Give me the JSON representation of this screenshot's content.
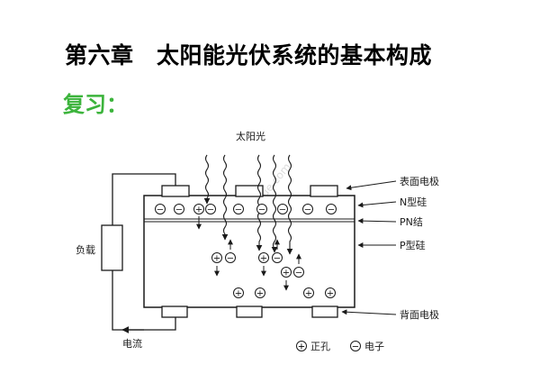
{
  "slide": {
    "title": "第六章　太阳能光伏系统的基本构成",
    "subtitle": "复习："
  },
  "diagram": {
    "sunlight_label": "太阳光",
    "load_label": "负载",
    "current_label": "电流",
    "right_labels": {
      "surface_electrode": "表面电极",
      "n_type": "N型硅",
      "pn_junction": "PN结",
      "p_type": "P型硅",
      "back_electrode": "背面电极"
    },
    "legend": {
      "hole_symbol": "+",
      "hole_label": "正孔",
      "electron_symbol": "−",
      "electron_label": "电子"
    },
    "watermark": "http://www.zixue.com"
  },
  "colors": {
    "title": "#000000",
    "subtitle": "#3cb43c",
    "line": "#1a1a1a"
  }
}
